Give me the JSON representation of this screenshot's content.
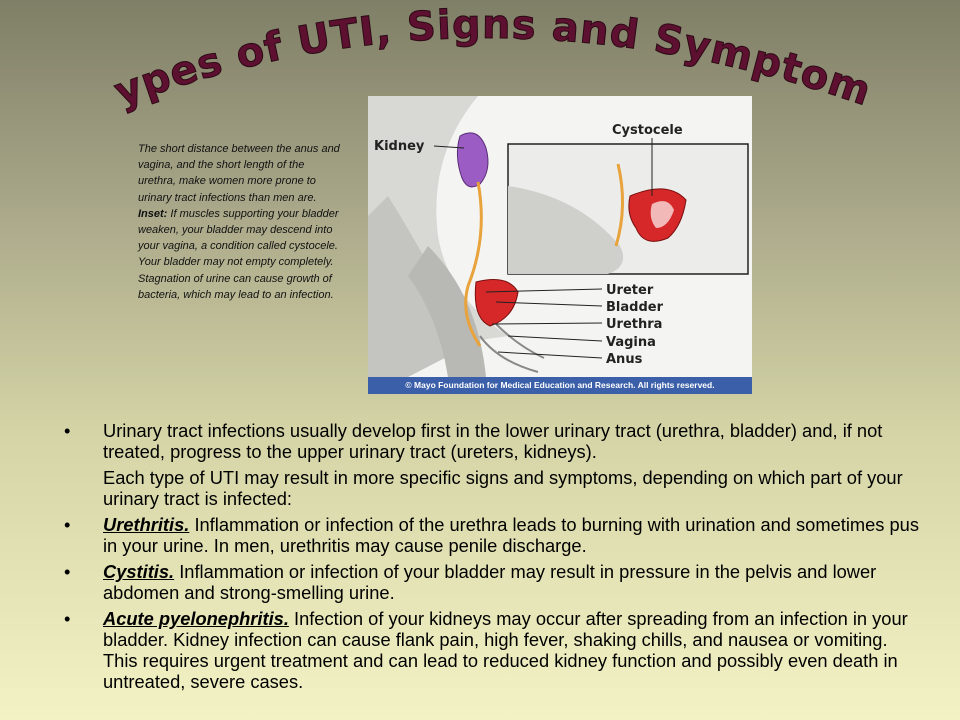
{
  "slide": {
    "title": "Types of UTI, Signs and Symptoms"
  },
  "caption": {
    "text_before_inset": "The short distance between the anus and vagina, and the short length of the urethra, make women more prone to urinary tract infections than men are. ",
    "inset_label": "Inset:",
    "text_after_inset": " If muscles supporting your bladder weaken, your bladder may descend into your vagina, a condition called cystocele. Your bladder may not empty completely. Stagnation of urine can cause growth of bacteria, which may lead to an infection."
  },
  "figure": {
    "labels": {
      "kidney": "Kidney",
      "cystocele": "Cystocele",
      "ureter": "Ureter",
      "bladder": "Bladder",
      "urethra": "Urethra",
      "vagina": "Vagina",
      "anus": "Anus"
    },
    "copyright": "© Mayo Foundation for Medical Education and Research.  All rights reserved."
  },
  "bullets": {
    "bullet_glyph": "•",
    "intro": "Urinary tract infections usually develop first in the lower urinary tract (urethra, bladder) and, if not treated, progress to the upper urinary tract (ureters, kidneys).",
    "intro_continued": "Each type of UTI may result in more specific signs and symptoms, depending on which part of your urinary tract is infected:",
    "items": [
      {
        "term": "Urethritis.",
        "text": " Inflammation or infection of the urethra leads to burning with urination and sometimes pus in your urine. In men, urethritis may cause penile discharge."
      },
      {
        "term": "Cystitis.",
        "text": " Inflammation or infection of your bladder may result in pressure in the pelvis and lower abdomen and strong-smelling urine."
      },
      {
        "term": "Acute pyelonephritis.",
        "text": " Infection of your kidneys may occur after spreading from an infection in your bladder. Kidney infection can cause flank pain, high fever, shaking chills, and nausea or vomiting. This requires urgent treatment and can lead to reduced kidney function and possibly even death in untreated, severe cases."
      }
    ]
  },
  "colors": {
    "title_fill": "#5e1030",
    "title_outline": "#2a0a14",
    "copyright_bar": "#3b5fa8",
    "kidney": "#9b5cc4",
    "bladder": "#d62828",
    "ureter": "#e8a33c"
  }
}
